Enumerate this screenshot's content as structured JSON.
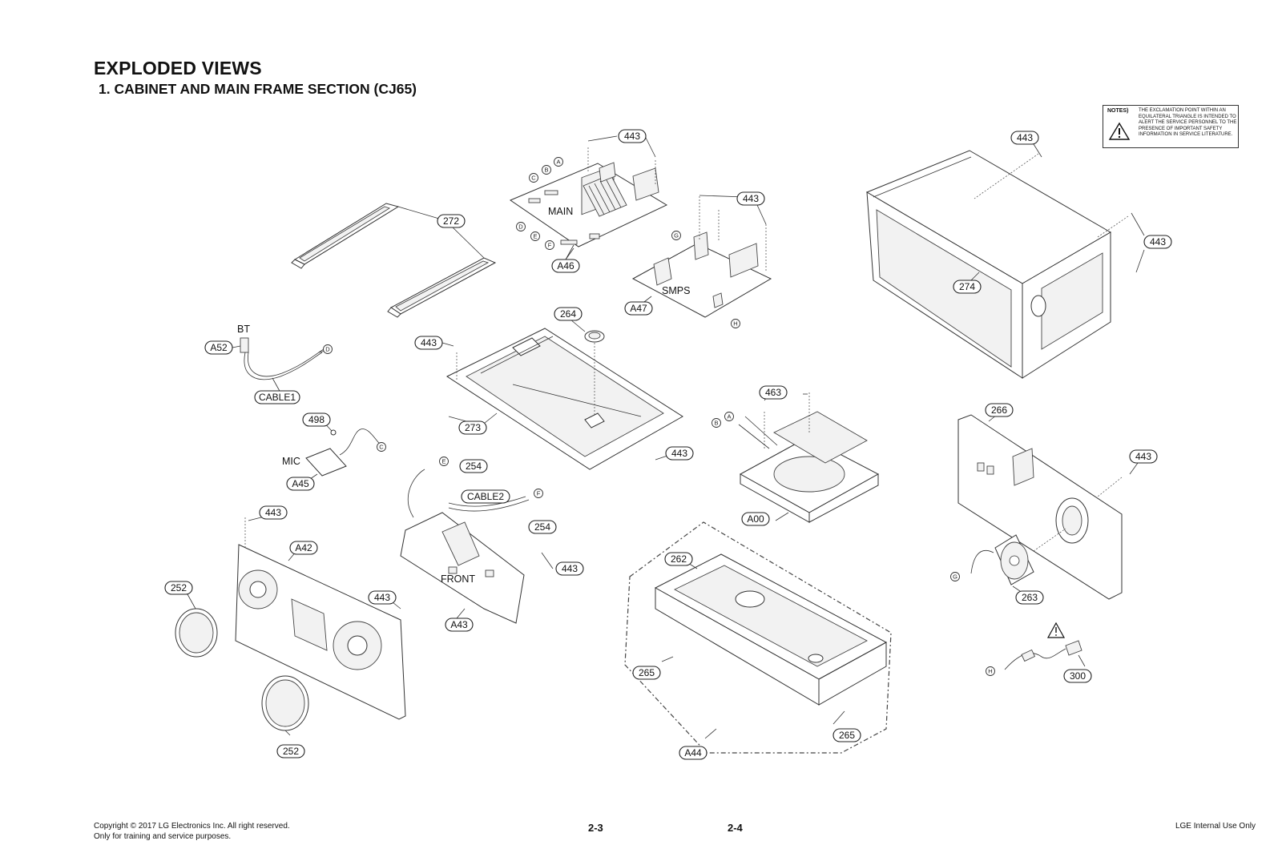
{
  "header": {
    "title": "EXPLODED VIEWS",
    "subtitle": "1. CABINET AND MAIN FRAME SECTION (CJ65)"
  },
  "notes": {
    "heading": "NOTES)",
    "text": "THE EXCLAMATION POINT WITHIN AN EQUILATERAL TRIANGLE IS INTENDED TO ALERT THE SERVICE PERSONNEL TO THE PRESENCE OF IMPORTANT SAFETY INFORMATION IN SERVICE LITERATURE."
  },
  "callouts": [
    "443",
    "443",
    "272",
    "443",
    "A46",
    "443",
    "A47",
    "274",
    "264",
    "443",
    "A52",
    "CABLE1",
    "273",
    "463",
    "443",
    "498",
    "266",
    "443",
    "254",
    "A45",
    "CABLE2",
    "A00",
    "443",
    "254",
    "A42",
    "262",
    "443",
    "252",
    "443",
    "A43",
    "263",
    "265",
    "300",
    "265",
    "252",
    "A44"
  ],
  "labels": {
    "main": "MAIN",
    "smps": "SMPS",
    "bt": "BT",
    "mic": "MIC",
    "front": "FRONT"
  },
  "connectors": [
    "A",
    "B",
    "C",
    "D",
    "E",
    "F",
    "G",
    "H",
    "D",
    "C",
    "E",
    "F",
    "A",
    "B",
    "G",
    "H"
  ],
  "footer": {
    "copyright": "Copyright © 2017 LG Electronics Inc. All right reserved.",
    "purpose": "Only for training and service purposes.",
    "page_left": "2-3",
    "page_right": "2-4",
    "internal": "LGE Internal Use Only"
  }
}
